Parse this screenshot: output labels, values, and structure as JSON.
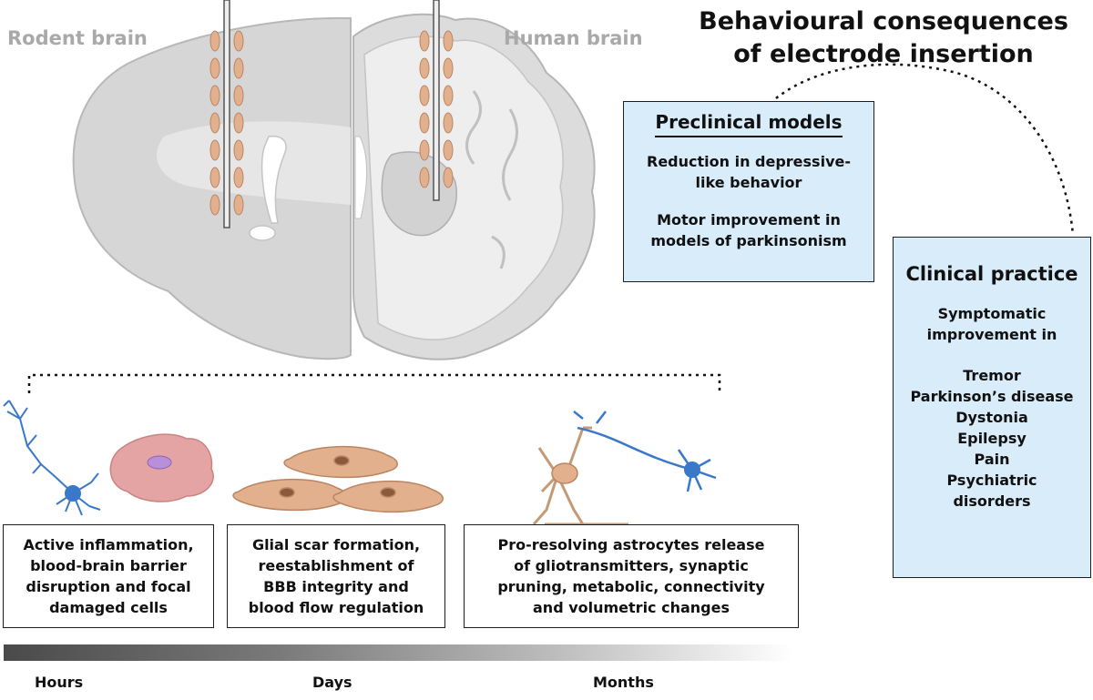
{
  "labels": {
    "rodent_brain": "Rodent brain",
    "human_brain": "Human brain"
  },
  "title": {
    "line1": "Behavioural consequences",
    "line2": "of electrode insertion"
  },
  "preclinical": {
    "heading": "Preclinical models",
    "item1_line1": "Reduction in depressive-",
    "item1_line2": "like behavior",
    "item2_line1": "Motor improvement in",
    "item2_line2": "models of parkinsonism"
  },
  "clinical": {
    "heading": "Clinical practice",
    "intro_line1": "Symptomatic",
    "intro_line2": "improvement in",
    "conditions": [
      "Tremor",
      "Parkinson’s disease",
      "Dystonia",
      "Epilepsy",
      "Pain",
      "Psychiatric",
      "disorders"
    ]
  },
  "stages": [
    {
      "lines": [
        "Active inflammation,",
        "blood-brain barrier",
        "disruption and focal",
        "damaged cells"
      ]
    },
    {
      "lines": [
        "Glial scar formation,",
        "reestablishment of",
        "BBB integrity and",
        "blood flow regulation"
      ]
    },
    {
      "lines": [
        "Pro-resolving astrocytes release",
        "of gliotransmitters, synaptic",
        "pruning, metabolic, connectivity",
        "and volumetric changes"
      ]
    }
  ],
  "timeline": {
    "hours": "Hours",
    "days": "Days",
    "months": "Months"
  },
  "colors": {
    "brain_fill": "#d9d9d9",
    "brain_light": "#e9e9e9",
    "cell_orange": "#e2b08d",
    "box_blue": "#d9ecf9",
    "neuron_blue": "#3a78c9",
    "microglia_pink": "#e4a4a4"
  }
}
